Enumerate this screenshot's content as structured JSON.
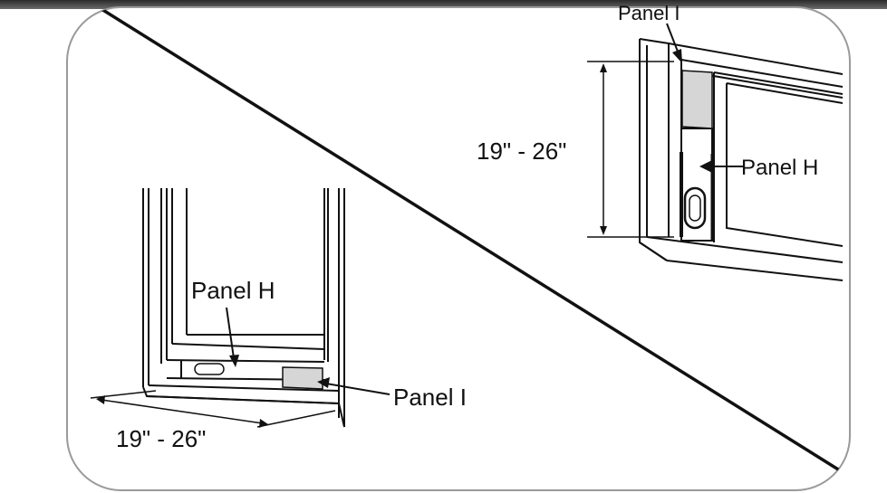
{
  "diagram": {
    "labels": {
      "panel_i_top": "Panel I",
      "panel_h_right": "Panel H",
      "dim_vertical": "19\" - 26\"",
      "panel_h_left": "Panel H",
      "panel_i_left": "Panel I",
      "dim_horizontal": "19\" - 26\""
    },
    "colors": {
      "line": "#111111",
      "panel_fill": "#d6d6d6",
      "frame_border": "#9a9a9a"
    }
  }
}
